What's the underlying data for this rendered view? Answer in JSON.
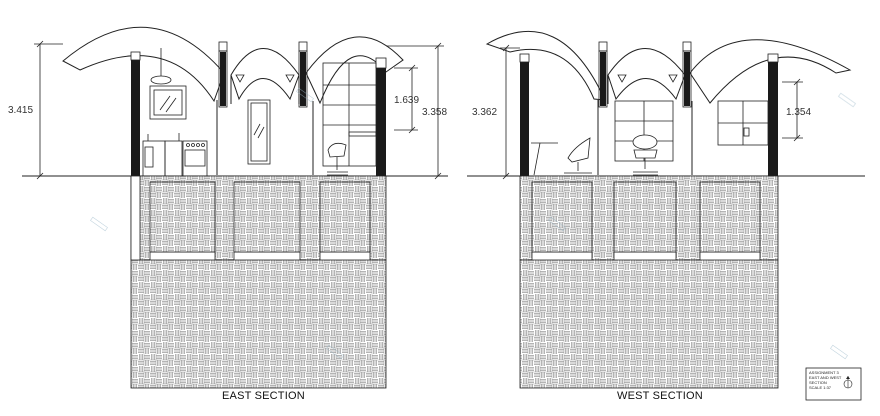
{
  "east_section": {
    "title": "EAST SECTION",
    "dim_total": "3.415",
    "dim_window": "1.639",
    "dim_right": "3.358"
  },
  "west_section": {
    "title": "WEST SECTION",
    "dim_total": "3.362",
    "dim_window": "1.354"
  },
  "title_block": {
    "line1": "ASSIGNMENT 3",
    "line2": "EAST AND WEST",
    "line3": "SECTION",
    "line4": "SCALE 1:37"
  },
  "colors": {
    "line": "#222222",
    "column_fill": "#1a1a1a",
    "watermark": "#9bb8c9"
  }
}
